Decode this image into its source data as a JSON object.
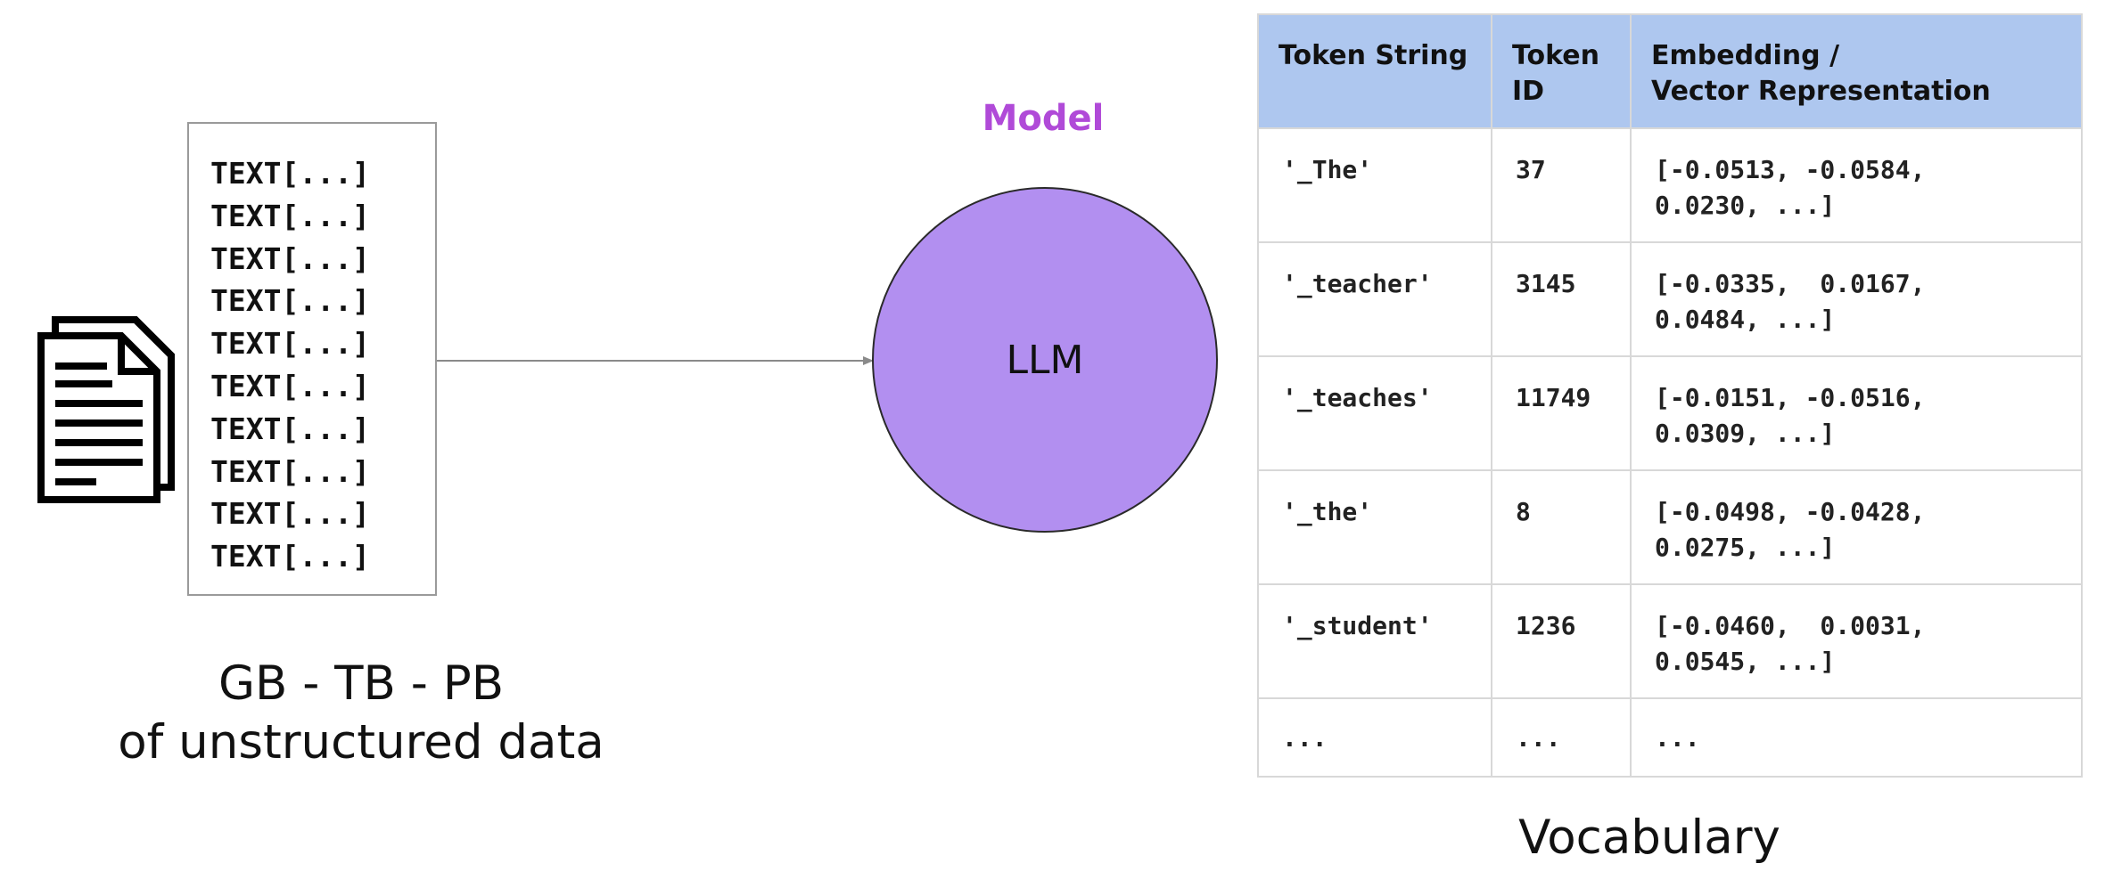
{
  "text_lines": [
    "TEXT[...]",
    "TEXT[...]",
    "TEXT[...]",
    "TEXT[...]",
    "TEXT[...]",
    "TEXT[...]",
    "TEXT[...]",
    "TEXT[...]",
    "TEXT[...]",
    "TEXT[...]"
  ],
  "data_caption": {
    "line1": "GB - TB - PB",
    "line2": "of unstructured data"
  },
  "model": {
    "label": "Model",
    "circle_text": "LLM",
    "circle_color": "#b28ff0",
    "label_color": "#b04ad8"
  },
  "vocabulary": {
    "headers": {
      "token": "Token String",
      "id": "Token\nID",
      "embedding": "Embedding /\nVector Representation"
    },
    "header_color": "#aec7ef",
    "rows": [
      {
        "token": "'_The'",
        "id": "37",
        "embedding": "[-0.0513, -0.0584,\n0.0230, ...]"
      },
      {
        "token": "'_teacher'",
        "id": "3145",
        "embedding": "[-0.0335,  0.0167,\n0.0484, ...]"
      },
      {
        "token": "'_teaches'",
        "id": "11749",
        "embedding": "[-0.0151, -0.0516,\n0.0309, ...]"
      },
      {
        "token": "'_the'",
        "id": "8",
        "embedding": "[-0.0498, -0.0428,\n0.0275, ...]"
      },
      {
        "token": "'_student'",
        "id": "1236",
        "embedding": "[-0.0460,  0.0031,\n0.0545, ...]"
      },
      {
        "token": "...",
        "id": "...",
        "embedding": "..."
      }
    ],
    "caption": "Vocabulary"
  },
  "icons": {
    "documents": "document-stack-icon"
  }
}
